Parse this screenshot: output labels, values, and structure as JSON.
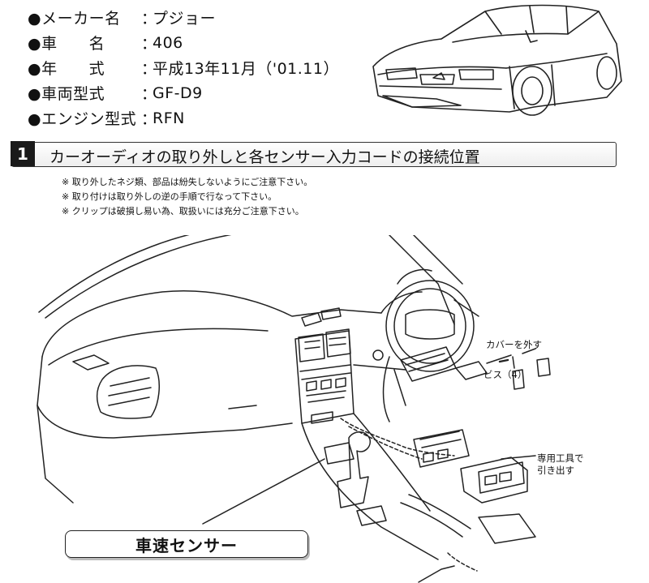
{
  "specs": [
    {
      "label": "●メーカー名",
      "sep": "：",
      "value": "プジョー"
    },
    {
      "label": "●車　　名",
      "sep": "：",
      "value": "406"
    },
    {
      "label": "●年　　式",
      "sep": "：",
      "value": "平成13年11月（'01.11）"
    },
    {
      "label": "●車両型式",
      "sep": "：",
      "value": "GF-D9"
    },
    {
      "label": "●エンジン型式",
      "sep": "：",
      "value": "RFN"
    }
  ],
  "section": {
    "number": "1",
    "title": "カーオーディオの取り外しと各センサー入力コードの接続位置"
  },
  "notes": [
    "※ 取り外したネジ類、部品は紛失しないようにご注意下さい。",
    "※ 取り付けは取り外しの逆の手順で行なって下さい。",
    "※ クリップは破損し易い為、取扱いには充分ご注意下さい。"
  ],
  "callouts": {
    "cover": "カバーを外す",
    "screws": "ビス（4）",
    "tool_line1": "専用工具で",
    "tool_line2": "引き出す"
  },
  "label_box": "車速センサー"
}
